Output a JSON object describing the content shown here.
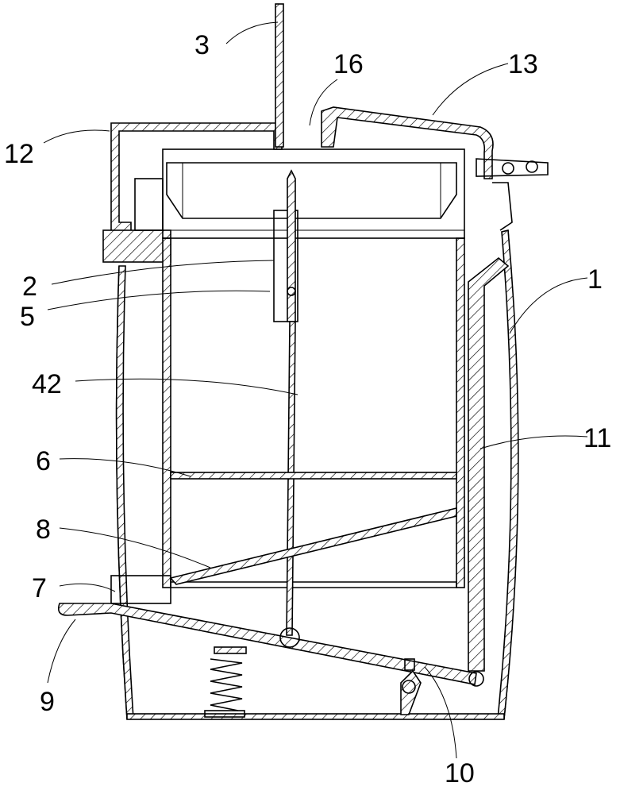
{
  "figure": {
    "labels": {
      "l3": "3",
      "l16": "16",
      "l13": "13",
      "l12": "12",
      "l2": "2",
      "l5": "5",
      "l1": "1",
      "l42": "42",
      "l11": "11",
      "l6": "6",
      "l8": "8",
      "l7": "7",
      "l9": "9",
      "l10": "10"
    }
  }
}
